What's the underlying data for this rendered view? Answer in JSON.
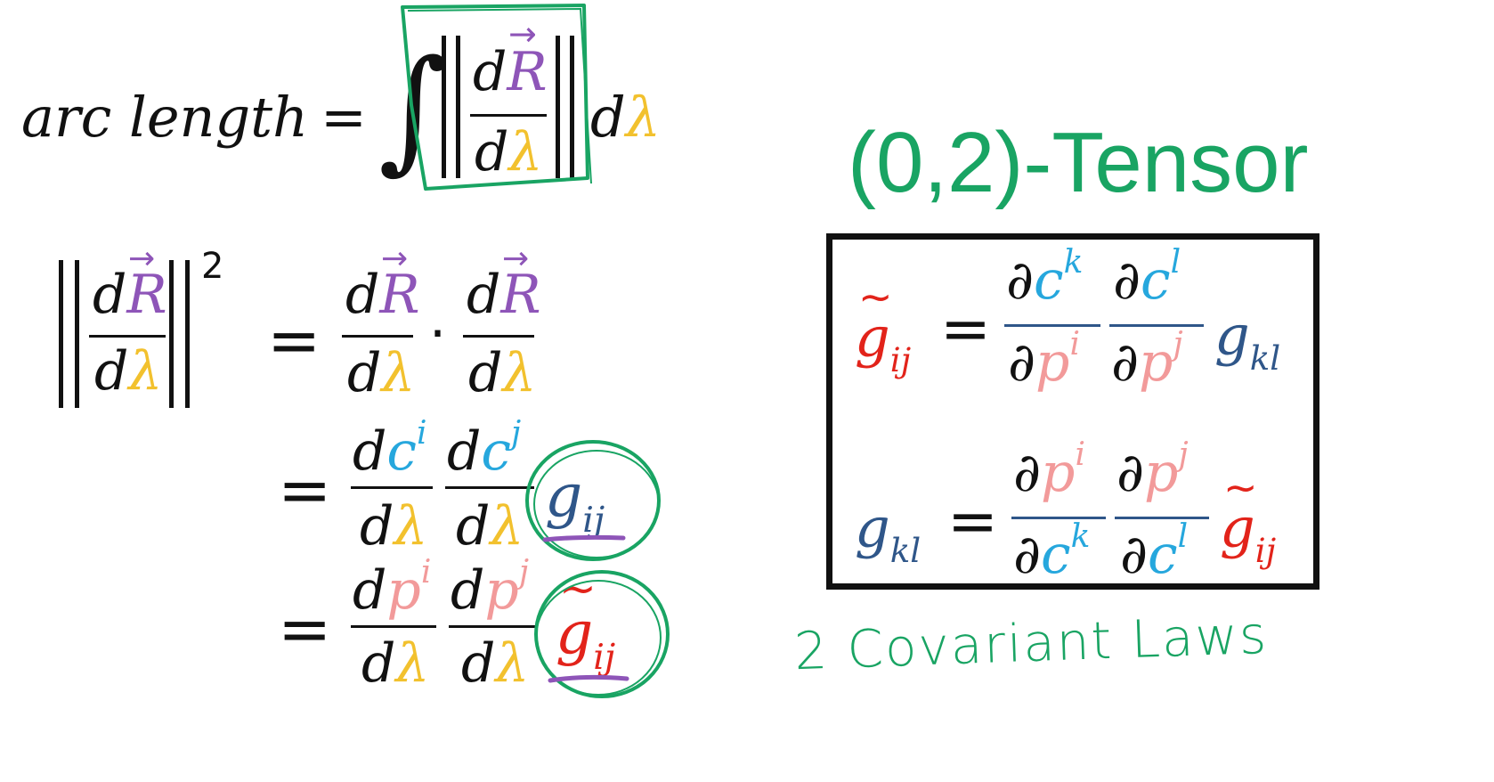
{
  "arc": {
    "lhs": "arc length",
    "eq": "=",
    "int": "∫",
    "d": "d",
    "R": "R",
    "lam": "λ",
    "vec": "→"
  },
  "norm_sq": {
    "exp": "2",
    "dot": "·",
    "eq": "="
  },
  "idx": {
    "i": "i",
    "j": "j",
    "k": "k",
    "l": "l",
    "c": "c",
    "p": "p",
    "g": "g",
    "ij": "ij",
    "kl": "kl",
    "tilde": "~",
    "partial": "∂"
  },
  "title": "(0,2)-Tensor",
  "handwritten_note": "2 Covariant Laws",
  "colors": {
    "black": "#111111",
    "purple": "#8e55b8",
    "yellow": "#f2c12e",
    "cyan": "#26a7dd",
    "pink": "#f29a9a",
    "red": "#e2231a",
    "navy": "#2f5689",
    "green": "#19a463"
  }
}
